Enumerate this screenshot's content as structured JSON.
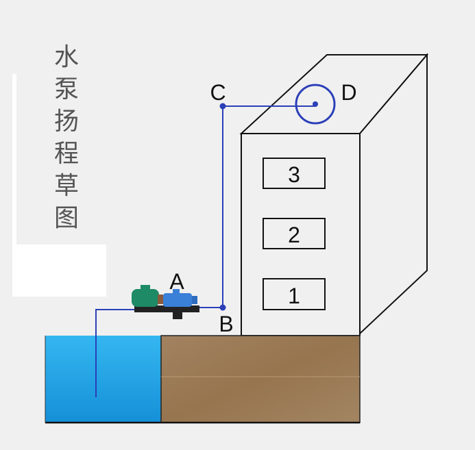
{
  "title": [
    "水",
    "泵",
    "扬",
    "程",
    "草",
    "图"
  ],
  "points": {
    "A": "A",
    "B": "B",
    "C": "C",
    "D": "D"
  },
  "floors": [
    "3",
    "2",
    "1"
  ],
  "colors": {
    "pipe": "#2b3fb8",
    "water": "#1aa3e8",
    "ground": "#9a7a55",
    "background": "#f0f0f0"
  }
}
